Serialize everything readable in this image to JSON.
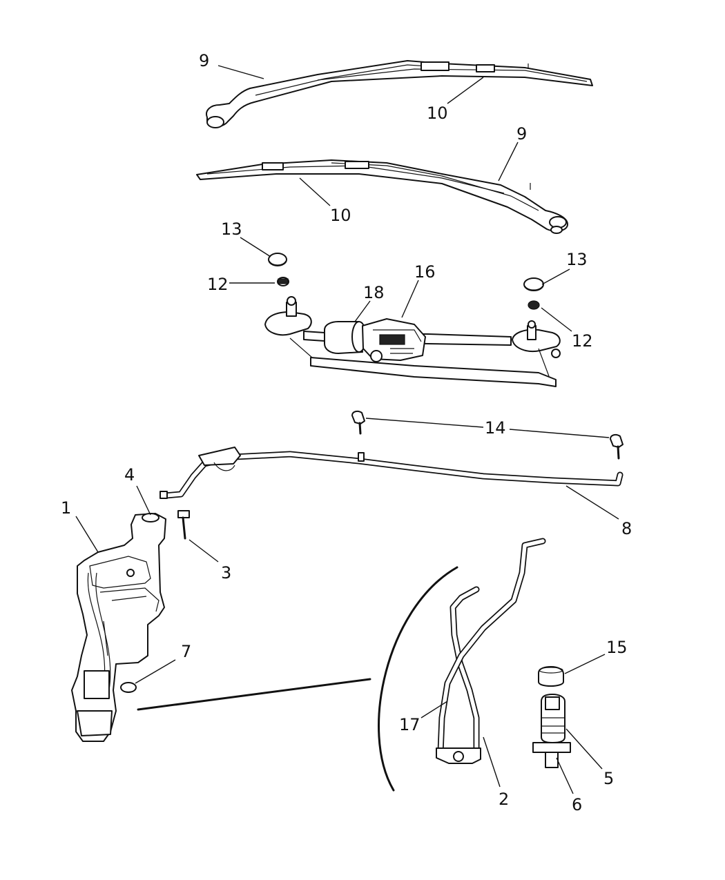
{
  "diagram": {
    "callouts": [
      {
        "id": "c9a",
        "text": "9"
      },
      {
        "id": "c10a",
        "text": "10"
      },
      {
        "id": "c9b",
        "text": "9"
      },
      {
        "id": "c10b",
        "text": "10"
      },
      {
        "id": "c13a",
        "text": "13"
      },
      {
        "id": "c12a",
        "text": "12"
      },
      {
        "id": "c18",
        "text": "18"
      },
      {
        "id": "c16",
        "text": "16"
      },
      {
        "id": "c13b",
        "text": "13"
      },
      {
        "id": "c12b",
        "text": "12"
      },
      {
        "id": "c14",
        "text": "14"
      },
      {
        "id": "c4",
        "text": "4"
      },
      {
        "id": "c1",
        "text": "1"
      },
      {
        "id": "c8",
        "text": "8"
      },
      {
        "id": "c3",
        "text": "3"
      },
      {
        "id": "c15",
        "text": "15"
      },
      {
        "id": "c7",
        "text": "7"
      },
      {
        "id": "c17",
        "text": "17"
      },
      {
        "id": "c5",
        "text": "5"
      },
      {
        "id": "c2",
        "text": "2"
      },
      {
        "id": "c6",
        "text": "6"
      }
    ]
  }
}
